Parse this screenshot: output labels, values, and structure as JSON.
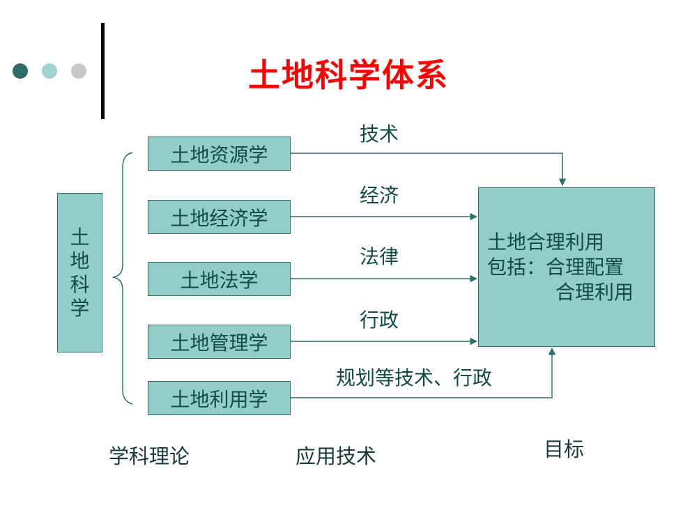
{
  "title": "土地科学体系",
  "root_label": [
    "土",
    "地",
    "科",
    "学"
  ],
  "disciplines": [
    "土地资源学",
    "土地经济学",
    "土地法学",
    "土地管理学",
    "土地利用学"
  ],
  "connectors": [
    "技术",
    "经济",
    "法律",
    "行政",
    "规划等技术、行政"
  ],
  "target": {
    "line1": "土地合理利用",
    "line2": "包括：合理配置",
    "line3": "合理利用"
  },
  "footer": {
    "theory": "学科理论",
    "applied": "应用技术",
    "goal": "目标"
  },
  "colors": {
    "title": "#ff0000",
    "box_fill": "#93cdc9",
    "box_border": "#2f6f69",
    "text": "#114b45",
    "dot_dark": "#2e6b66",
    "dot_mid": "#9fd3d1",
    "dot_light": "#c8c8c8"
  }
}
